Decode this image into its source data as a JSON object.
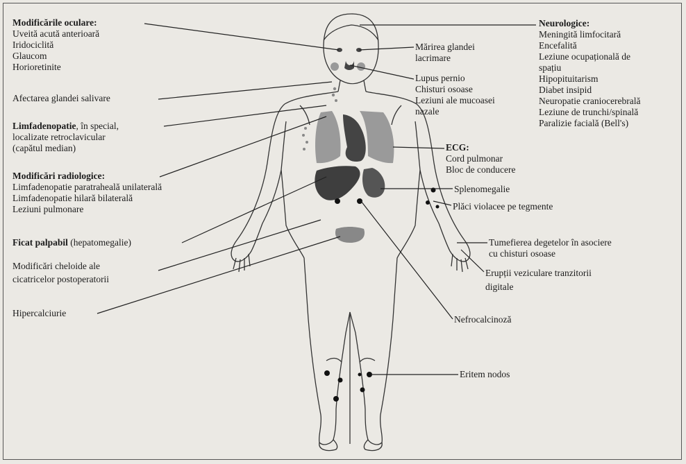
{
  "ocular": {
    "title": "Modificările oculare:",
    "items": [
      "Uveită acută anterioară",
      "Iridociclită",
      "Glaucom",
      "Horioretinite"
    ]
  },
  "salivary": "Afectarea glandei salivare",
  "lymph": {
    "title": "Limfadenopatie",
    "rest1": ", în special,",
    "line2": "localizate retroclavicular",
    "line3": "(capătul median)"
  },
  "radiologic": {
    "title": "Modificări radiologice:",
    "items": [
      "Limfadenopatie paratraheală unilaterală",
      "Limfadenopatie hilară bilaterală",
      "Leziuni pulmonare"
    ]
  },
  "liver": {
    "title": "Ficat palpabil",
    "rest": " (hepatomegalie)"
  },
  "keloid": {
    "line1": "Modificări cheloide ale",
    "line2": "cicatricelor postoperatorii"
  },
  "hypercalciuria": "Hipercalciurie",
  "neuro": {
    "title": "Neurologice:",
    "items": [
      "Meningită limfocitară",
      "Encefalită",
      "Leziune ocupațională de",
      "spațiu",
      "Hipopituitarism",
      "Diabet insipid",
      "Neuropatie craniocerebrală",
      "Leziune de trunchi/spinală",
      "Paralizie facială (Bell's)"
    ]
  },
  "lacrimal": {
    "line1": "Mărirea glandei",
    "line2": "lacrimare"
  },
  "nasal": {
    "line1": "Lupus pernio",
    "line2": "Chisturi osoase",
    "line3": "Leziuni ale mucoasei",
    "line4": "nazale"
  },
  "ecg": {
    "title": "ECG:",
    "items": [
      "Cord pulmonar",
      "Bloc de conducere"
    ]
  },
  "spleno": "Splenomegalie",
  "plaques": "Plăci violacee pe tegmente",
  "fingers": {
    "line1": "Tumefierea degetelor în asociere",
    "line2": "cu chisturi osoase"
  },
  "vesicular": {
    "line1": "Erupții veziculare tranzitorii",
    "line2": "digitale"
  },
  "nephro": "Nefrocalcinoză",
  "erythema": "Eritem nodos"
}
